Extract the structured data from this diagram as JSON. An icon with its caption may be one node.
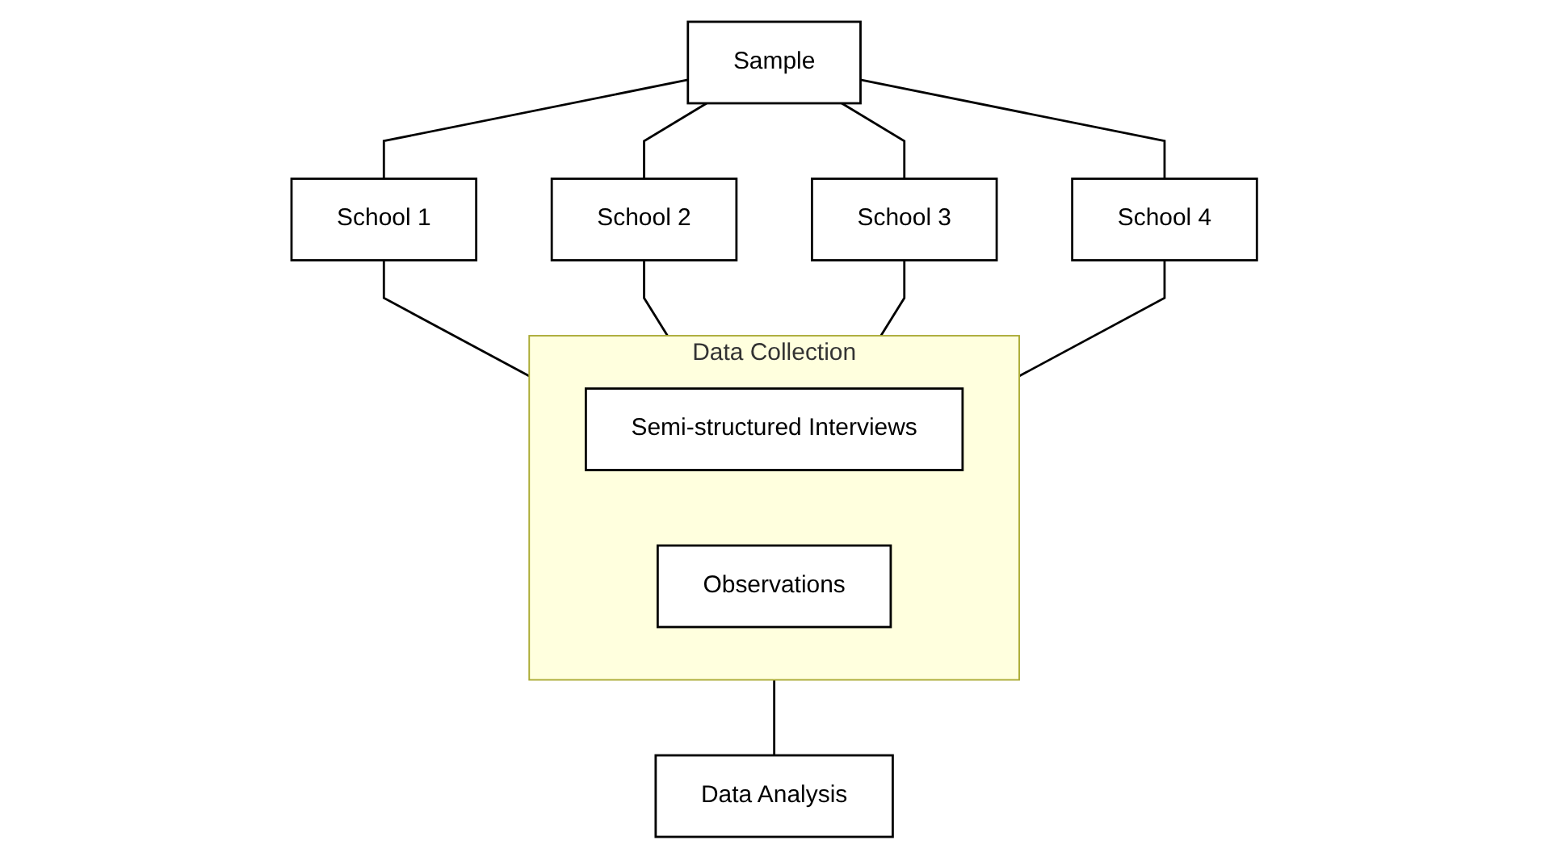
{
  "diagram": {
    "nodes": [
      {
        "text": [
          "Sample"
        ]
      },
      {
        "text": [
          "School 1"
        ]
      },
      {
        "text": [
          "School 2"
        ]
      },
      {
        "text": [
          "School 3"
        ]
      },
      {
        "text": [
          "School 4"
        ]
      },
      {
        "text": [
          "Data Collection"
        ]
      },
      {
        "text": [
          "Semi-structured Interviews"
        ],
        "in": 5
      },
      {
        "text": [
          "Observations"
        ],
        "in": 5
      },
      {
        "text": [
          "Data Analysis"
        ]
      }
    ],
    "edges": [
      {
        "from": 0,
        "to": 1,
        "arrow": "none"
      },
      {
        "from": 0,
        "to": 2,
        "arrow": "none"
      },
      {
        "from": 0,
        "to": 3,
        "arrow": "none"
      },
      {
        "from": 0,
        "to": 4,
        "arrow": "none"
      },
      {
        "from": 1,
        "to": 5,
        "arrow": "none"
      },
      {
        "from": 2,
        "to": 5,
        "arrow": "none"
      },
      {
        "from": 3,
        "to": 5,
        "arrow": "none"
      },
      {
        "from": 4,
        "to": 5,
        "arrow": "none"
      },
      {
        "from": 5,
        "to": 8,
        "arrow": "none"
      }
    ]
  }
}
